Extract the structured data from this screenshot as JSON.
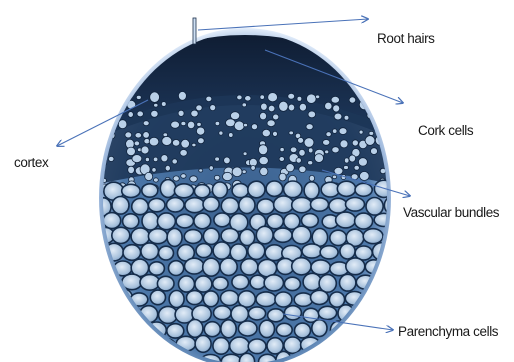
{
  "labels": {
    "root_hairs": "Root hairs",
    "cork_cells": "Cork cells",
    "cortex": "cortex",
    "vascular_bundles": "Vascular bundles",
    "parenchyma_cells": "Parenchyma cells"
  },
  "colors": {
    "arrow": "#4a72b8",
    "background_fill": "#3d6593",
    "outer_rim": "#c8d8f0",
    "cell_wall": "#152c4a",
    "cell_fill": "#a9c4df",
    "cell_highlight": "#dde9f5",
    "dark_band": "#12233b"
  }
}
